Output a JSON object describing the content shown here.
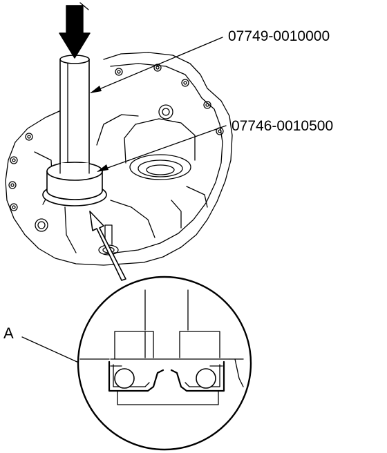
{
  "labels": {
    "tool_driver": "07749-0010000",
    "tool_attachment": "07746-0010500",
    "callout_a": "A"
  }
}
